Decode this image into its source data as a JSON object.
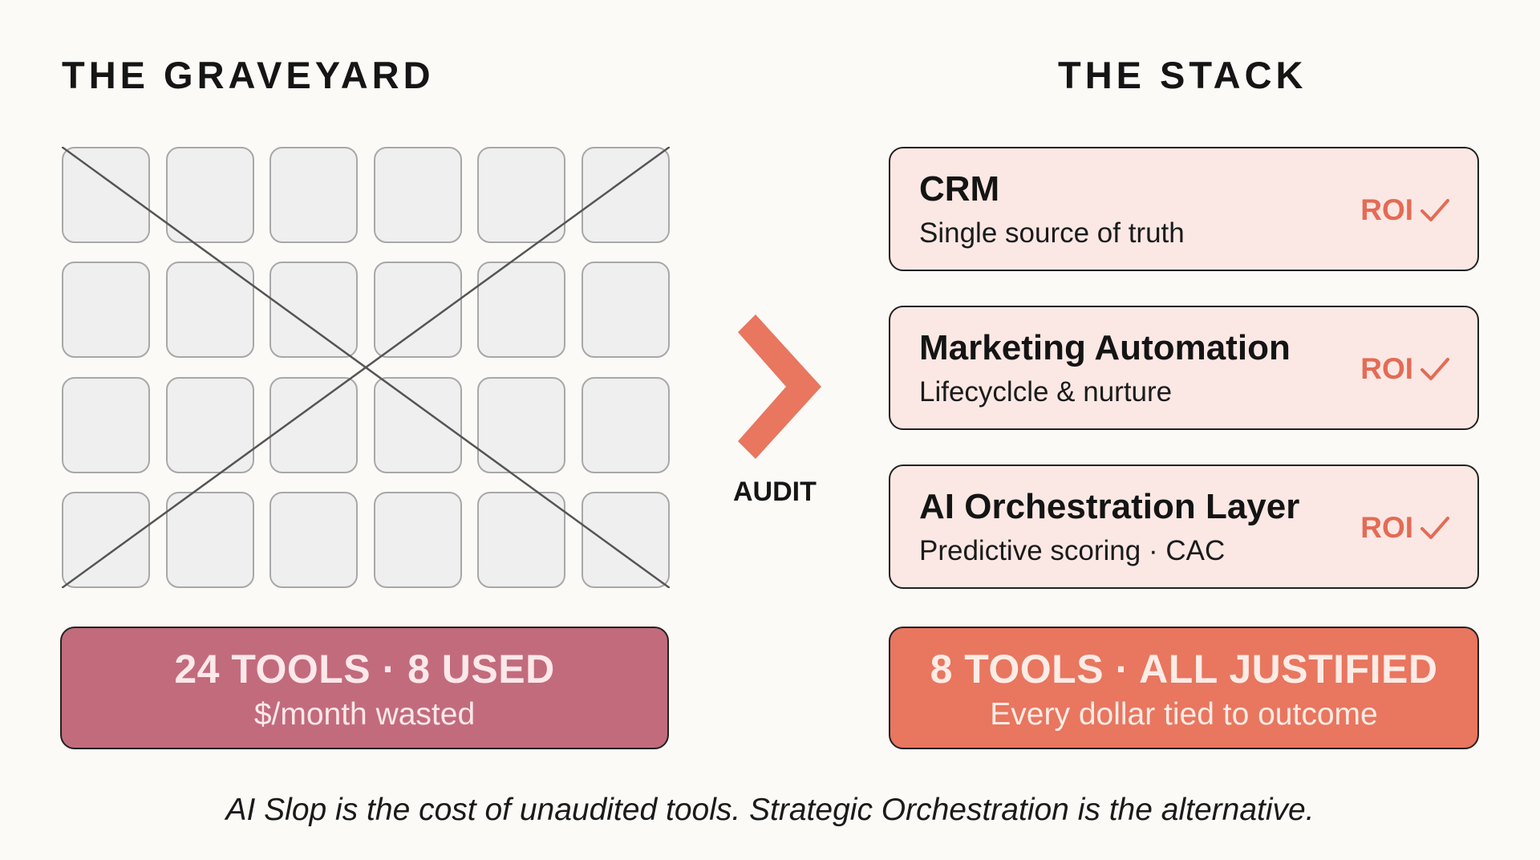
{
  "left": {
    "heading": "THE GRAVEYARD",
    "tile_count": 24,
    "summary_main": "24 TOOLS · 8 USED",
    "summary_sub": "$/month wasted"
  },
  "center": {
    "label": "AUDIT"
  },
  "right": {
    "heading": "THE STACK",
    "cards": [
      {
        "title": "CRM",
        "desc": "Single source of truth",
        "badge": "ROI"
      },
      {
        "title": "Marketing Automation",
        "desc": "Lifecyclcle & nurture",
        "badge": "ROI"
      },
      {
        "title": "AI Orchestration Layer",
        "desc": "Predictive scoring · CAC",
        "badge": "ROI"
      }
    ],
    "summary_main": "8 TOOLS · ALL JUSTIFIED",
    "summary_sub": "Every dollar tied to outcome"
  },
  "footer": "AI Slop is the cost of unaudited tools. Strategic Orchestration is the alternative.",
  "colors": {
    "accent": "#e9765f",
    "graveyard_summary": "#c26b7d",
    "card_fill": "#fbe8e4",
    "roi_text": "#e46b55"
  },
  "icons": {
    "audit_arrow": "chevron-right-icon",
    "roi_mark": "check-icon",
    "graveyard_cross": "x-cross-icon"
  }
}
